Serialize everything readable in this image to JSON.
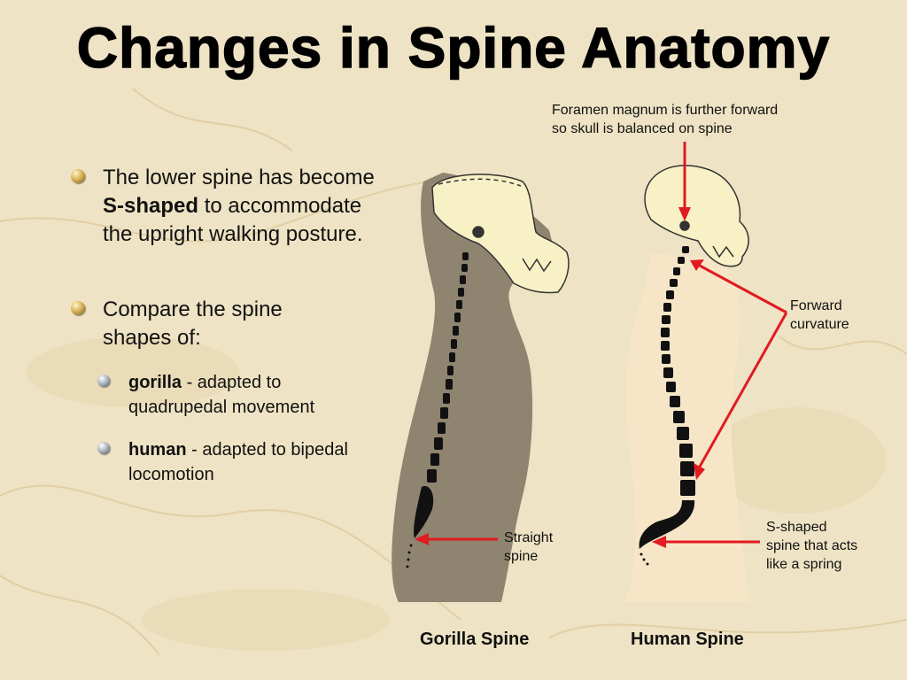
{
  "title": "Changes in Spine Anatomy",
  "bullets": {
    "b1": {
      "pre": "The lower spine has become ",
      "bold": "S-shaped",
      "post": " to accommodate the upright walking posture."
    },
    "b2": {
      "text": "Compare the spine shapes of:"
    },
    "sub1": {
      "bold": "gorilla",
      "rest": " - adapted to quadrupedal  movement"
    },
    "sub2": {
      "bold": "human",
      "rest": " - adapted to bipedal  locomotion"
    }
  },
  "labels": {
    "foramen": [
      "Foramen magnum is further forward",
      "so skull is balanced on spine"
    ],
    "forward": [
      "Forward",
      "curvature"
    ],
    "straight": [
      "Straight",
      "spine"
    ],
    "s_shaped": [
      "S-shaped",
      "spine that acts",
      "like a spring"
    ]
  },
  "captions": {
    "gorilla": "Gorilla Spine",
    "human": "Human Spine"
  },
  "colors": {
    "gorilla_body": "#8f8470",
    "human_body": "#f6e5c6",
    "skull": "#f8f1c6",
    "arrow": "#e11b22",
    "vertebra": "#111111"
  },
  "icons": {
    "bullet_level1": "gold-sphere-bullet-icon",
    "bullet_level2": "gray-sphere-bullet-icon"
  }
}
